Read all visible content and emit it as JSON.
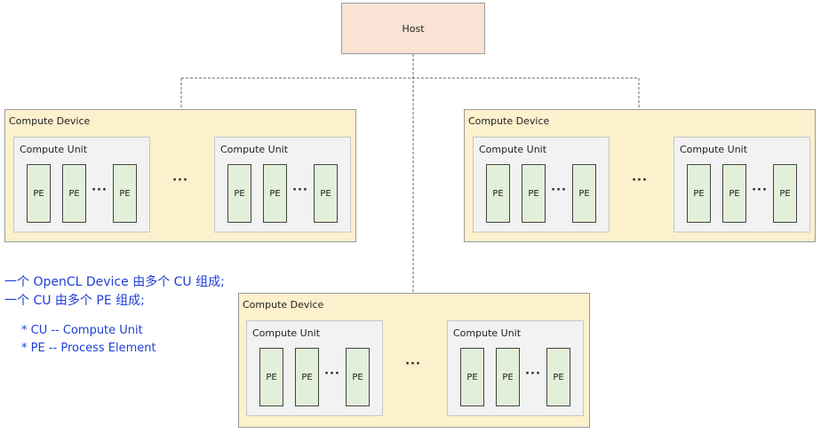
{
  "host": {
    "label": "Host"
  },
  "devices": [
    {
      "label": "Compute Device",
      "units": [
        {
          "label": "Compute Unit",
          "pes": [
            "PE",
            "PE",
            "PE"
          ],
          "pe_ellipsis": "···"
        },
        {
          "label": "Compute Unit",
          "pes": [
            "PE",
            "PE",
            "PE"
          ],
          "pe_ellipsis": "···"
        }
      ],
      "unit_ellipsis": "···"
    },
    {
      "label": "Compute Device",
      "units": [
        {
          "label": "Compute Unit",
          "pes": [
            "PE",
            "PE",
            "PE"
          ],
          "pe_ellipsis": "···"
        },
        {
          "label": "Compute Unit",
          "pes": [
            "PE",
            "PE",
            "PE"
          ],
          "pe_ellipsis": "···"
        }
      ],
      "unit_ellipsis": "···"
    },
    {
      "label": "Compute Device",
      "units": [
        {
          "label": "Compute Unit",
          "pes": [
            "PE",
            "PE",
            "PE"
          ],
          "pe_ellipsis": "···"
        },
        {
          "label": "Compute Unit",
          "pes": [
            "PE",
            "PE",
            "PE"
          ],
          "pe_ellipsis": "···"
        }
      ],
      "unit_ellipsis": "···"
    }
  ],
  "notes": {
    "line1": "一个 OpenCL Device 由多个 CU 组成;",
    "line2": "一个 CU 由多个 PE 组成;",
    "line3": "* CU -- Compute Unit",
    "line4": "* PE -- Process Element"
  },
  "colors": {
    "host_fill": "#f9e3d5",
    "device_fill": "#fdf0cc",
    "unit_fill": "#f2f2f2",
    "pe_fill": "#e3f0d9",
    "note_text": "#1f3fd8"
  }
}
